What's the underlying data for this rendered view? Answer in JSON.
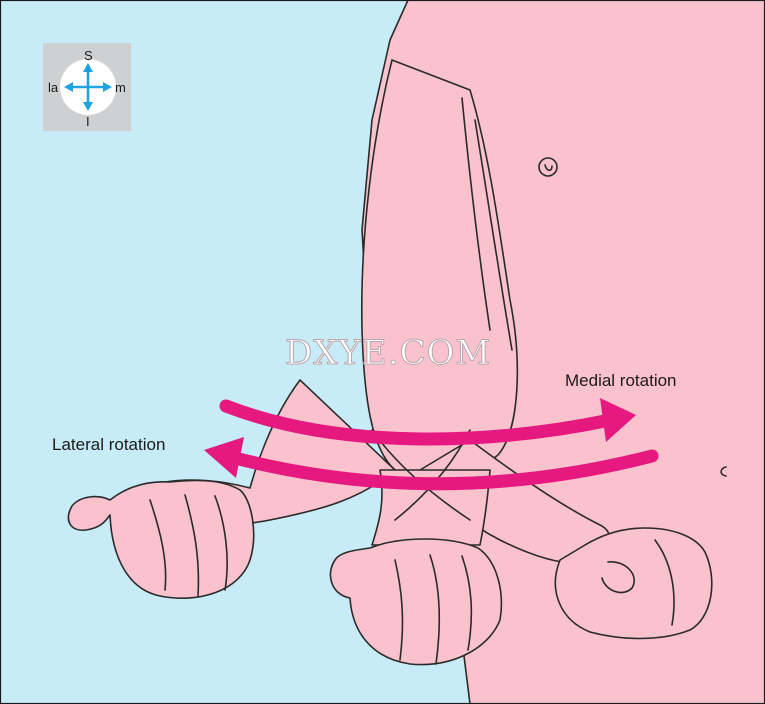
{
  "compass": {
    "superior": "S",
    "inferior": "I",
    "lateral": "la",
    "medial": "m"
  },
  "labels": {
    "medial_rotation": "Medial rotation",
    "lateral_rotation": "Lateral rotation"
  },
  "watermark": "DXYE.COM",
  "colors": {
    "background": "#c8ecf7",
    "skin": "#f9c2cd",
    "arrow": "#e5197f",
    "compass_arrow": "#1fa3e0",
    "compass_box": "#cfd0d2",
    "outline": "#2a2a2a"
  }
}
